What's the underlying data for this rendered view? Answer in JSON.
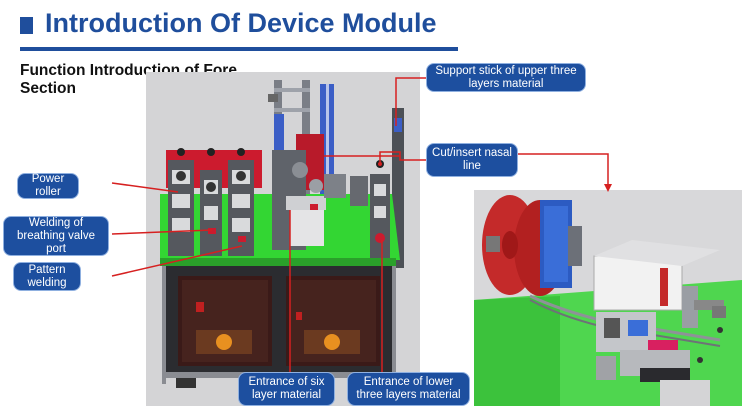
{
  "header": {
    "title": "Introduction Of Device Module",
    "subtitle": "Function Introduction of Fore Section"
  },
  "callouts": {
    "support_stick": "Support stick of upper three layers material",
    "cut_insert": "Cut/insert nasal line",
    "power_roller": "Power roller",
    "welding_valve": "Welding of breathing valve port",
    "pattern_welding": "Pattern welding",
    "entrance_six": "Entrance of six layer material",
    "entrance_lower": "Entrance of lower three layers material"
  },
  "colors": {
    "title_blue": "#1f4e9c",
    "callout_blue": "#1d4f9f",
    "leader_red": "#d62020",
    "machine_green": "#33d633",
    "machine_red": "#cc1b2e"
  }
}
